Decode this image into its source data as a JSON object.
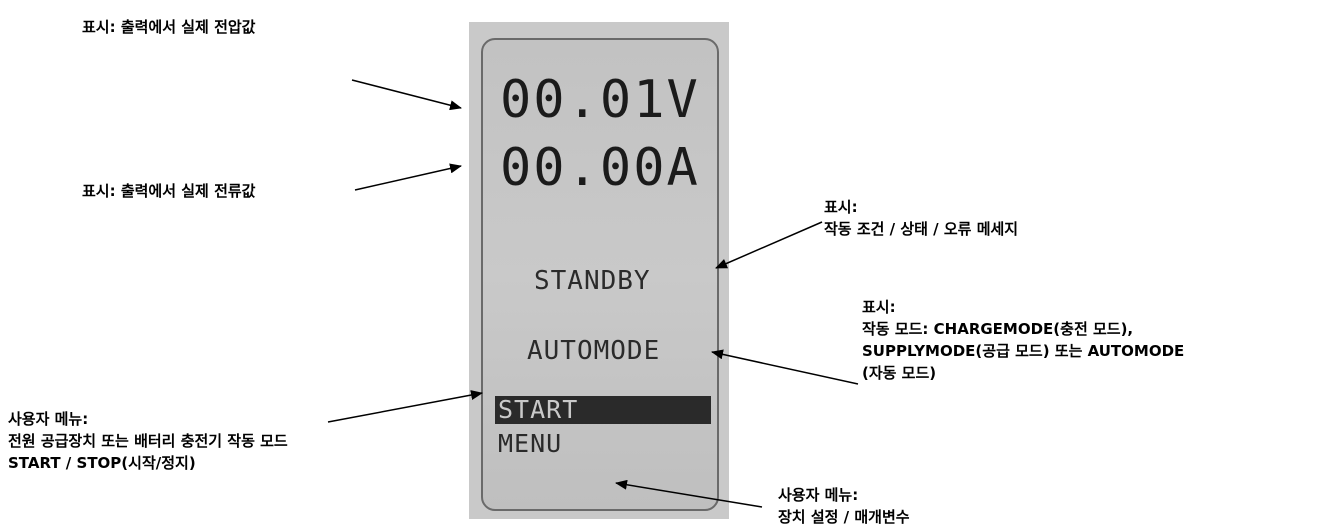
{
  "lcd": {
    "voltage": "00.01V",
    "current": "00.00A",
    "status": "STANDBY",
    "mode": "AUTOMODE",
    "menu_selected": "START",
    "menu_other": "MENU"
  },
  "annotations": {
    "voltage": "표시: 출력에서 실제 전압값",
    "current": "표시: 출력에서 실제 전류값",
    "status_line1": "표시:",
    "status_line2": "작동 조건 / 상태 / 오류 메세지",
    "mode_line1": "표시:",
    "mode_line2": "작동 모드: CHARGEMODE(충전 모드),",
    "mode_line3": "SUPPLYMODE(공급 모드) 또는 AUTOMODE",
    "mode_line4": "(자동 모드)",
    "start_line1": "사용자 메뉴:",
    "start_line2": "전원 공급장치 또는 배터리 충전기 작동 모드",
    "start_line3": "START / STOP(시작/정지)",
    "menu_line1": "사용자 메뉴:",
    "menu_line2": "장치 설정 / 매개변수"
  }
}
